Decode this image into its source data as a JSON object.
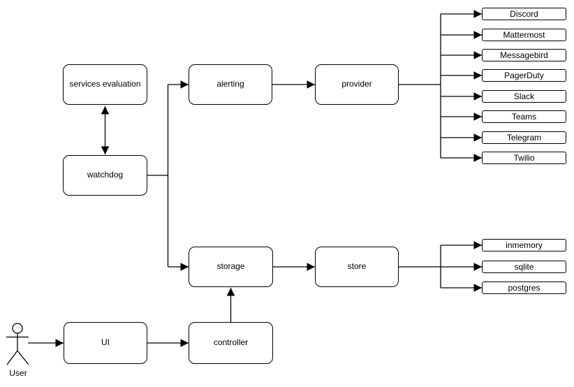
{
  "diagram": {
    "nodes": {
      "services_evaluation": {
        "label": "services evaluation"
      },
      "watchdog": {
        "label": "watchdog"
      },
      "alerting": {
        "label": "alerting"
      },
      "provider": {
        "label": "provider"
      },
      "storage": {
        "label": "storage"
      },
      "store": {
        "label": "store"
      },
      "ui": {
        "label": "UI"
      },
      "controller": {
        "label": "controller"
      }
    },
    "actor": {
      "label": "User"
    },
    "providers": [
      "Discord",
      "Mattermost",
      "Messagebird",
      "PagerDuty",
      "Slack",
      "Teams",
      "Telegram",
      "Twilio"
    ],
    "stores": [
      "inmemory",
      "sqlite",
      "postgres"
    ],
    "colors": {
      "stroke": "#000000",
      "fill": "#ffffff",
      "background": "#ffffff"
    }
  }
}
